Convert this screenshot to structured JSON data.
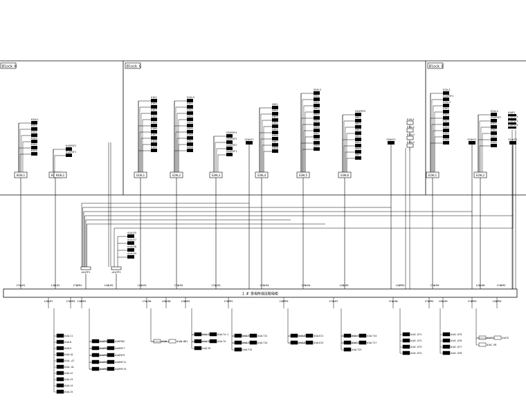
{
  "blocks": [
    {
      "label": "Block H"
    },
    {
      "label": "Block G"
    },
    {
      "label": "Block E"
    }
  ],
  "main_bus": {
    "label": "1 # 变电所低压配电柜"
  },
  "panels_top": [
    {
      "label": "H1AL1",
      "feeders": [
        "H1AL1",
        "H1K1",
        "H1K2",
        "H1K3",
        "H1K4",
        "H1K5"
      ]
    },
    {
      "label": "H1AL3",
      "feeders": [
        "H1APGF2",
        "H1APGF1"
      ]
    },
    {
      "label": "G1AL1",
      "feeders": [
        "G1K1",
        "G1K2",
        "G1K3",
        "G1K4",
        "G1K5",
        "G1K6",
        "G1K7",
        "G1K8",
        "G1K9"
      ]
    },
    {
      "label": "G2AL2",
      "feeders": [
        "G2AL3",
        "G2K1",
        "G2K2",
        "G2K3",
        "G2K4",
        "G2K5",
        "G2K6",
        "G2K7",
        "G2K8"
      ]
    },
    {
      "label": "G3AL3",
      "feeders": [
        "G3APGF4",
        "G3APGF3",
        "G3APGF2",
        "G3APGF1"
      ]
    },
    {
      "label": "G3AL4",
      "feeders": [
        "G4K1",
        "G4K2",
        "G4K3",
        "G4K4",
        "G4K5",
        "G4K6",
        "G4K7",
        "G4K8"
      ]
    },
    {
      "label": "G3AL5",
      "feeders": [
        "G5AL3",
        "G5K1",
        "G5K2",
        "G5K3",
        "G5K4",
        "G5K5",
        "G5K6",
        "G5K7",
        "G5K8",
        "G5K9"
      ]
    },
    {
      "label": "G3AL6",
      "feeders": [
        "G3APGF5",
        "G6K1",
        "G6K2",
        "G6K3",
        "G6K4",
        "G6K5",
        "G6K6",
        "G6K7"
      ]
    },
    {
      "label": "E2AL1",
      "feeders": [
        "E2AL1",
        "E2APGF1",
        "E2AL3",
        "E2K1",
        "E2K2",
        "E2K3",
        "E2K4",
        "E2K5",
        "E2K6"
      ]
    },
    {
      "label": "E2AL2",
      "feeders": [
        "E2AL2",
        "E2APGF2",
        "E2K1",
        "E2K2",
        "E2K3",
        "E2K4"
      ]
    }
  ],
  "singles_top": [
    {
      "label": "H1AL2"
    },
    {
      "label": "G2ALE1"
    },
    {
      "label": "G3ALE2"
    },
    {
      "label": "E2ALE1"
    },
    {
      "label": "E1ALE1"
    }
  ],
  "side_group": {
    "items": [
      "E1AL1",
      "E1AL2",
      "E1AL3",
      "E1AL4"
    ],
    "extras": [
      "H1AP1",
      "E2APGF3",
      "H2APGF1",
      "E2APGF4"
    ]
  },
  "mid_group": {
    "items": [
      "d1ALE5",
      "d1ALE7",
      "d1ALE8",
      "d1ALE9"
    ]
  },
  "atp": [
    {
      "label": "d1ATP1"
    },
    {
      "label": "d1ATP2"
    }
  ],
  "bus_top_labels": [
    "1TWLM1",
    "1ZWLM1",
    "1TWEM1",
    "1ZWLM2",
    "1ZWLM3",
    "1TWLM2",
    "1TWLM3",
    "1TWLM4",
    "1ZWLM4",
    "1ZWLM5",
    "1ZWPM2",
    "1TWLM5",
    "1ZWLM6",
    "1TWEM2"
  ],
  "bus_bottom_labels": [
    "1ZWLM7",
    "1TWEM3",
    "1ZWEM1",
    "1TWLM6",
    "1ZWLM8",
    "1ZWEM2",
    "1TWPM1",
    "1ZWPM3",
    "1TWLM7",
    "1TWLM8",
    "1TWPM2",
    "1ZWLM9",
    "1TWPM3",
    "1ZWPM4"
  ],
  "bottom_groups": [
    {
      "items": [
        "d1AL11",
        "d1AL8",
        "d1AL9",
        "d1AL10",
        "d1AL-AT",
        "d1AL-KL",
        "d1AL12",
        "d1AL13",
        "d1AL14",
        "d1AL15"
      ]
    },
    {
      "items": [
        "d1AP301",
        "d1AP302",
        "d1APGF6",
        "d1APGF7",
        "d1APGF8",
        "d1APGF9",
        "d1APGF10",
        "d1APGF11",
        "d1APGF12",
        "d1APGF13"
      ]
    },
    {
      "items": [
        "d1AW-PD",
        "d1AW-BD1"
      ]
    },
    {
      "items": [
        "d1ALT1",
        "d1ALT4-1",
        "d1ALT4",
        "d1ALT5",
        "d1ALT6"
      ]
    },
    {
      "items": [
        "d1ALT11",
        "d1ALT12",
        "d1ALT13",
        "d1ALT14",
        "d1ALT15"
      ]
    },
    {
      "items": [
        "d1ALE20",
        "d1ALE21",
        "d1ALE22",
        "d1ALE23"
      ]
    },
    {
      "items": [
        "d1ALT13",
        "d1ALT14",
        "d1ALT15",
        "d1ALT17",
        "d1ALT23"
      ]
    },
    {
      "items": [
        "d1AC-DT1",
        "d1AC-DT2",
        "d1AC-DT3",
        "d1AC-DT4"
      ]
    },
    {
      "items": [
        "d1AC-DT5",
        "d1AC-DT6",
        "d1AC-DT7",
        "d1AC-DT8"
      ]
    },
    {
      "items": [
        "d1AT1",
        "d1AT2",
        "d1AC-PD"
      ]
    }
  ]
}
